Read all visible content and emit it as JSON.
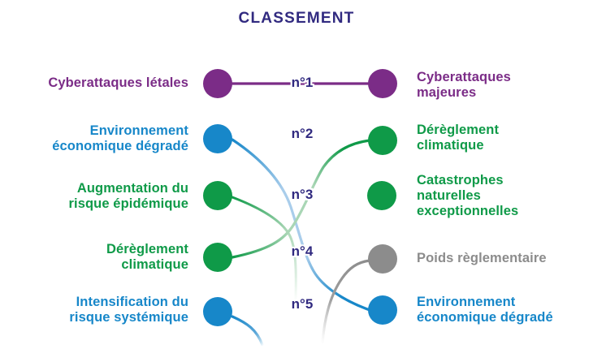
{
  "title": "CLASSEMENT",
  "colors": {
    "purple": "#7b2c87",
    "blue": "#1787c9",
    "green": "#0f9a48",
    "gray": "#8c8c8c",
    "navy_text": "#312a80",
    "light_blue_fade": "#a9cdeb",
    "light_green_fade": "#a9d6b5"
  },
  "rank_labels": [
    "n°1",
    "n°2",
    "n°3",
    "n°4",
    "n°5"
  ],
  "left_items": [
    {
      "rank": 1,
      "lines": [
        "Cyberattaques létales",
        "",
        ""
      ],
      "color": "#7b2c87"
    },
    {
      "rank": 2,
      "lines": [
        "Environnement",
        "économique dégradé",
        ""
      ],
      "color": "#1787c9"
    },
    {
      "rank": 3,
      "lines": [
        "Augmentation du",
        "risque épidémique",
        ""
      ],
      "color": "#0f9a48"
    },
    {
      "rank": 4,
      "lines": [
        "Dérèglement",
        "climatique",
        ""
      ],
      "color": "#0f9a48"
    },
    {
      "rank": 5,
      "lines": [
        "Intensification du",
        "risque systémique",
        ""
      ],
      "color": "#1787c9"
    }
  ],
  "right_items": [
    {
      "rank": 1,
      "lines": [
        "Cyberattaques",
        "majeures",
        ""
      ],
      "color": "#7b2c87"
    },
    {
      "rank": 2,
      "lines": [
        "Dérèglement",
        "climatique",
        ""
      ],
      "color": "#0f9a48"
    },
    {
      "rank": 3,
      "lines": [
        "Catastrophes",
        "naturelles",
        "exceptionnelles"
      ],
      "color": "#0f9a48"
    },
    {
      "rank": 4,
      "lines": [
        "Poids règlementaire",
        "",
        ""
      ],
      "color": "#8c8c8c"
    },
    {
      "rank": 5,
      "lines": [
        "Environnement",
        "économique dégradé",
        ""
      ],
      "color": "#1787c9"
    }
  ],
  "chart_data": {
    "type": "slopegraph",
    "title": "CLASSEMENT",
    "left_column": [
      {
        "rank": 1,
        "label": "Cyberattaques létales",
        "color": "#7b2c87"
      },
      {
        "rank": 2,
        "label": "Environnement économique dégradé",
        "color": "#1787c9"
      },
      {
        "rank": 3,
        "label": "Augmentation du risque épidémique",
        "color": "#0f9a48"
      },
      {
        "rank": 4,
        "label": "Dérèglement climatique",
        "color": "#0f9a48"
      },
      {
        "rank": 5,
        "label": "Intensification du risque systémique",
        "color": "#1787c9"
      }
    ],
    "right_column": [
      {
        "rank": 1,
        "label": "Cyberattaques majeures",
        "color": "#7b2c87"
      },
      {
        "rank": 2,
        "label": "Dérèglement climatique",
        "color": "#0f9a48"
      },
      {
        "rank": 3,
        "label": "Catastrophes naturelles exceptionnelles",
        "color": "#0f9a48"
      },
      {
        "rank": 4,
        "label": "Poids règlementaire",
        "color": "#8c8c8c"
      },
      {
        "rank": 5,
        "label": "Environnement économique dégradé",
        "color": "#1787c9"
      }
    ],
    "connections": [
      {
        "from_rank": 1,
        "to_rank": 1,
        "from_label": "Cyberattaques létales",
        "to_label": "Cyberattaques majeures",
        "color": "#7b2c87",
        "style": "straight solid line"
      },
      {
        "from_rank": 2,
        "to_rank": 5,
        "from_label": "Environnement économique dégradé",
        "to_label": "Environnement économique dégradé",
        "color": "#1787c9",
        "style": "curve, faded in middle"
      },
      {
        "from_rank": 4,
        "to_rank": 2,
        "from_label": "Dérèglement climatique",
        "to_label": "Dérèglement climatique",
        "color": "#0f9a48",
        "style": "curve, faded in middle"
      },
      {
        "from_rank": 3,
        "to_rank": null,
        "from_label": "Augmentation du risque épidémique",
        "to_label": null,
        "color": "#0f9a48",
        "style": "curve fades out downward (exits ranking)"
      },
      {
        "from_rank": 5,
        "to_rank": null,
        "from_label": "Intensification du risque systémique",
        "to_label": null,
        "color": "#1787c9",
        "style": "curve fades out downward (exits ranking)"
      },
      {
        "from_rank": null,
        "to_rank": 4,
        "from_label": null,
        "to_label": "Poids règlementaire",
        "color": "#8c8c8c",
        "style": "curve fades in from bottom (new entry)"
      }
    ],
    "rank_tick_labels": [
      "n°1",
      "n°2",
      "n°3",
      "n°4",
      "n°5"
    ],
    "legend_position": "none",
    "grid": false
  }
}
